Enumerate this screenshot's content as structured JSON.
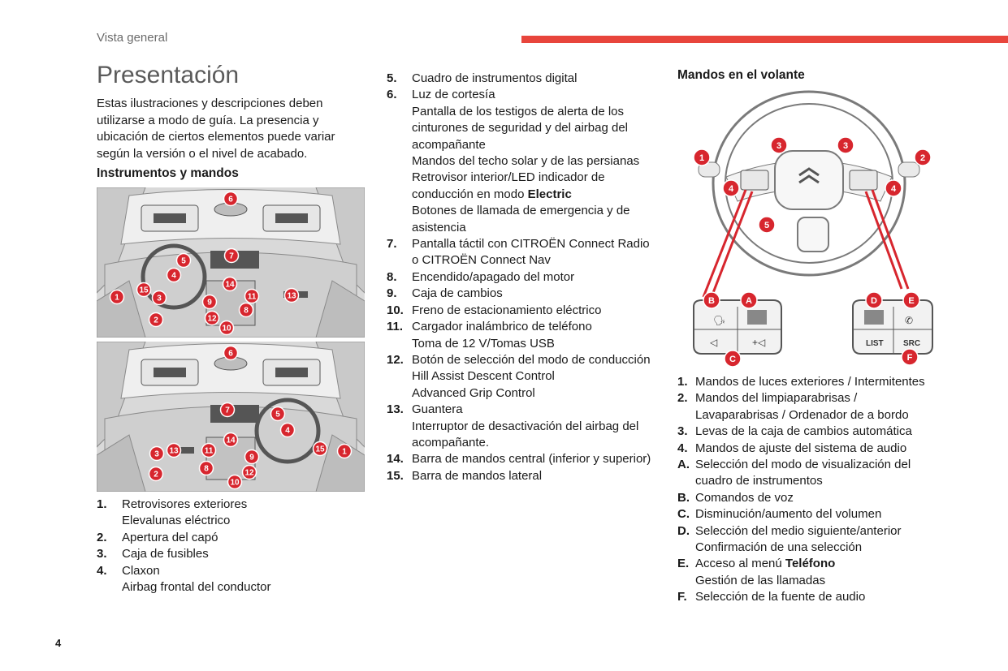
{
  "header": {
    "section": "Vista general",
    "page_number": "4",
    "accent_color": "#e8453c"
  },
  "title": "Presentación",
  "intro": "Estas ilustraciones y descripciones deben utilizarse a modo de guía. La presencia y ubicación de ciertos elementos puede variar según la versión o el nivel de acabado.",
  "instrumentos": {
    "heading": "Instrumentos y mandos",
    "items": [
      {
        "n": "1.",
        "lines": [
          "Retrovisores exteriores",
          "Elevalunas eléctrico"
        ]
      },
      {
        "n": "2.",
        "lines": [
          "Apertura del capó"
        ]
      },
      {
        "n": "3.",
        "lines": [
          "Caja de fusibles"
        ]
      },
      {
        "n": "4.",
        "lines": [
          "Claxon",
          "Airbag frontal del conductor"
        ]
      }
    ],
    "items_mid": [
      {
        "n": "5.",
        "lines": [
          "Cuadro de instrumentos digital"
        ]
      },
      {
        "n": "6.",
        "lines": [
          "Luz de cortesía",
          "Pantalla de los testigos de alerta de los",
          "cinturones de seguridad y del airbag del",
          "acompañante",
          "Mandos del techo solar y de las persianas",
          "Retrovisor interior/LED indicador de"
        ]
      },
      {
        "n": "",
        "lines": [
          "conducción en modo "
        ],
        "bold_suffix": "Electric"
      },
      {
        "n": "",
        "lines": [
          "Botones de llamada de emergencia y de",
          "asistencia"
        ]
      },
      {
        "n": "7.",
        "lines": [
          "Pantalla táctil con CITROËN Connect Radio",
          "o CITROËN Connect Nav"
        ]
      },
      {
        "n": "8.",
        "lines": [
          "Encendido/apagado del motor"
        ]
      },
      {
        "n": "9.",
        "lines": [
          "Caja de cambios"
        ]
      },
      {
        "n": "10.",
        "lines": [
          "Freno de estacionamiento eléctrico"
        ]
      },
      {
        "n": "11.",
        "lines": [
          "Cargador inalámbrico de teléfono",
          "Toma de 12 V/Tomas USB"
        ]
      },
      {
        "n": "12.",
        "lines": [
          "Botón de selección del modo de conducción",
          "Hill Assist Descent Control",
          "Advanced Grip Control"
        ]
      },
      {
        "n": "13.",
        "lines": [
          "Guantera",
          "Interruptor de desactivación del airbag del",
          "acompañante."
        ]
      },
      {
        "n": "14.",
        "lines": [
          "Barra de mandos central (inferior y superior)"
        ]
      },
      {
        "n": "15.",
        "lines": [
          "Barra de mandos lateral"
        ]
      }
    ]
  },
  "volante": {
    "heading": "Mandos en el volante",
    "items": [
      {
        "n": "1.",
        "lines": [
          "Mandos de luces exteriores / Intermitentes"
        ]
      },
      {
        "n": "2.",
        "lines": [
          "Mandos del limpiaparabrisas /",
          "Lavaparabrisas / Ordenador de a bordo"
        ]
      },
      {
        "n": "3.",
        "lines": [
          "Levas de la caja de cambios automática"
        ]
      },
      {
        "n": "4.",
        "lines": [
          "Mandos de ajuste del sistema de audio"
        ]
      },
      {
        "n": "A.",
        "lines": [
          "Selección del modo de visualización del",
          "cuadro de instrumentos"
        ]
      },
      {
        "n": "B.",
        "lines": [
          "Comandos de voz"
        ]
      },
      {
        "n": "C.",
        "lines": [
          "Disminución/aumento del volumen"
        ]
      },
      {
        "n": "D.",
        "lines": [
          "Selección del medio siguiente/anterior",
          "Confirmación de una selección"
        ]
      },
      {
        "n": "E.",
        "lines": [
          "Acceso al menú "
        ],
        "bold_suffix": "Teléfono"
      },
      {
        "n": "",
        "lines": [
          "Gestión de las llamadas"
        ]
      },
      {
        "n": "F.",
        "lines": [
          "Selección de la fuente de audio"
        ]
      }
    ],
    "button_labels": {
      "list": "LIST",
      "src": "SRC"
    }
  },
  "diagram_labels": {
    "dash1": [
      "6",
      "7",
      "5",
      "4",
      "14",
      "15",
      "11",
      "13",
      "1",
      "3",
      "9",
      "8",
      "12",
      "2",
      "10"
    ],
    "dash2": [
      "6",
      "7",
      "5",
      "4",
      "14",
      "3",
      "13",
      "11",
      "9",
      "15",
      "1",
      "8",
      "12",
      "2",
      "10"
    ],
    "wheel": [
      "1",
      "2",
      "3",
      "3",
      "4",
      "4",
      "5",
      "A",
      "B",
      "C",
      "D",
      "E",
      "F"
    ]
  }
}
